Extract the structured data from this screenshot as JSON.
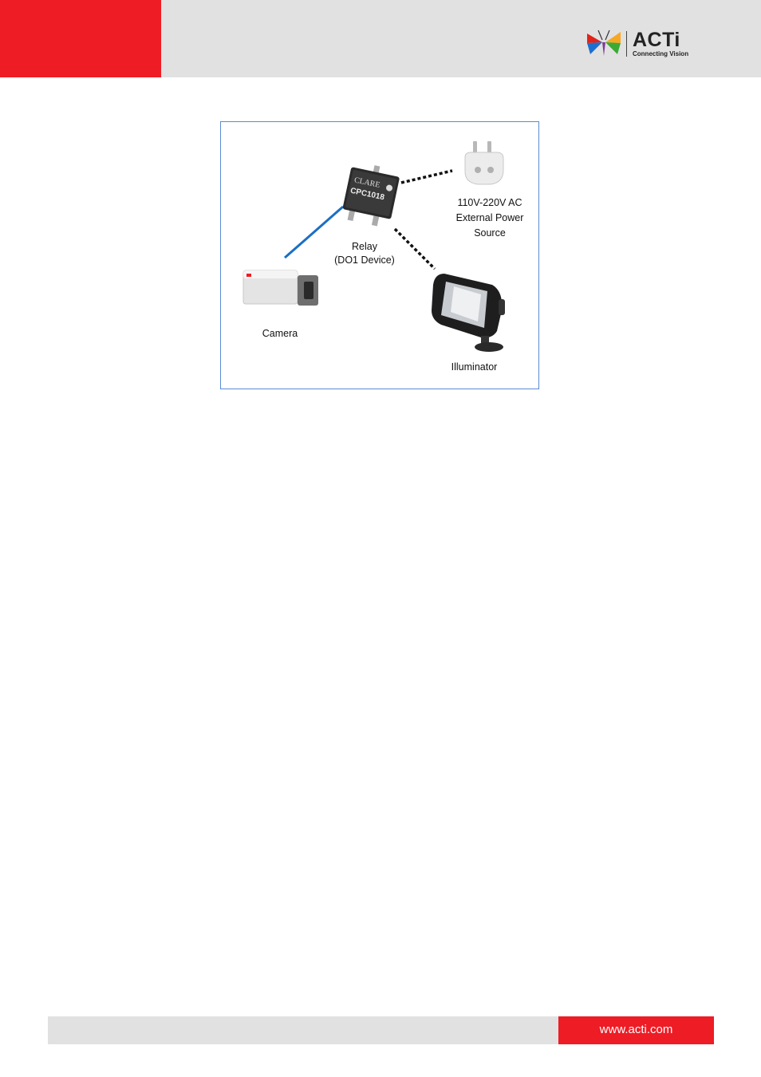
{
  "header": {
    "logo": {
      "brand": "ACTi",
      "tagline": "Connecting Vision",
      "icon": "acti-butterfly-icon"
    }
  },
  "figure": {
    "relay_chip_lines": [
      "CLARE",
      "CPC1018"
    ],
    "relay_caption": [
      "Relay",
      "(DO1 Device)"
    ],
    "power_caption": [
      "110V-220V AC",
      "External Power",
      "Source"
    ],
    "camera_caption": "Camera",
    "illuminator_caption": "Illuminator",
    "colors": {
      "camera_link": "#1a6fc4",
      "device_link": "#111111",
      "frame_border": "#5b8bd0"
    }
  },
  "footer": {
    "url": "www.acti.com"
  },
  "colors": {
    "brand_red": "#ee1c25",
    "band_gray": "#e1e1e1"
  }
}
